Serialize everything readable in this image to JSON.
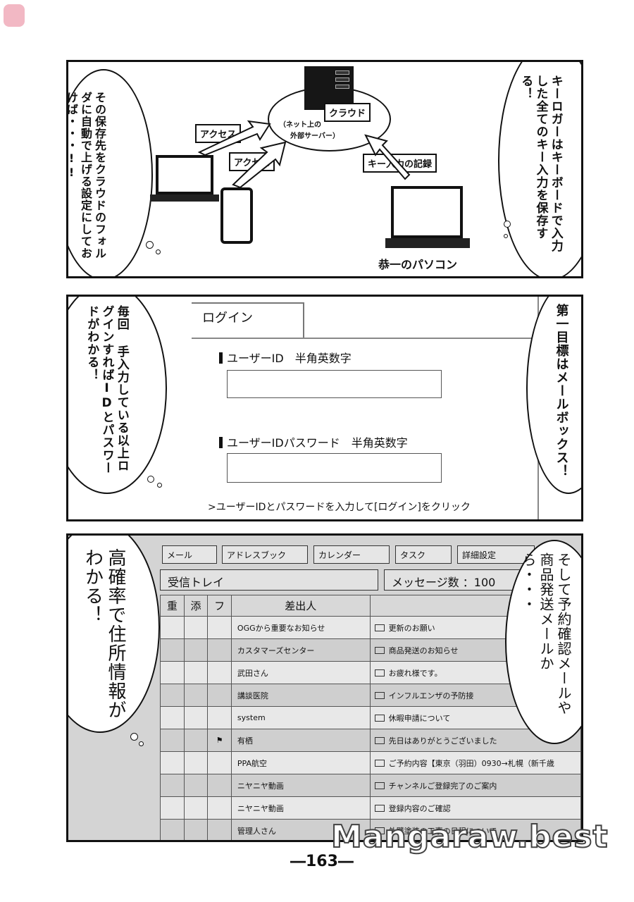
{
  "page_number": "―163―",
  "watermark": "Mangaraw.best",
  "panel1": {
    "right_bubble": "キーロガーはキーボードで入力した全てのキー入力を保存する！",
    "left_bubble": "その保存先をクラウドのフォルダに自動で上げる設定にしておけば・・・!!",
    "cloud_label": "クラウド",
    "cloud_sub_1": "（ネット上の",
    "cloud_sub_2": "外部サーバー）",
    "access_label_1": "アクセス",
    "access_label_2": "アクセス",
    "key_record_label": "キー入力の記録",
    "pc_caption": "恭一のパソコン"
  },
  "panel2": {
    "right_bubble": "第一目標はメールボックス！",
    "left_bubble": "毎回 手入力している以上ログインすればIDとパスワードがわかる！",
    "login_title": "ログイン",
    "user_id_label": "ユーザーID　半角英数字",
    "password_label": "ユーザーIDパスワード　半角英数字",
    "instruction": ">ユーザーIDとパスワードを入力して[ログイン]をクリック"
  },
  "panel3": {
    "left_bubble": "高確率で住所情報がわかる！",
    "right_bubble": "そして予約確認メールや商品発送メールから・・・",
    "toolbar": [
      "メール",
      "アドレスブック",
      "カレンダー",
      "タスク",
      "詳細設定"
    ],
    "inbox_title": "受信トレイ",
    "message_count": "メッセージ数 ：100",
    "columns": [
      "重",
      "添",
      "フ",
      "差出人"
    ],
    "rows": [
      {
        "sender": "OGGから重要なお知らせ",
        "subject": "更新のお願い",
        "flag": ""
      },
      {
        "sender": "カスタマーズセンター",
        "subject": "商品発送のお知らせ",
        "flag": ""
      },
      {
        "sender": "武田さん",
        "subject": "お疲れ様です。",
        "flag": ""
      },
      {
        "sender": "講談医院",
        "subject": "インフルエンザの予防接",
        "flag": ""
      },
      {
        "sender": "system",
        "subject": "休暇申請について",
        "flag": ""
      },
      {
        "sender": "有栖",
        "subject": "先日はありがとうございました",
        "flag": "flag"
      },
      {
        "sender": "PPA航空",
        "subject": "ご予約内容【東京（羽田）0930→札幌（新千歳",
        "flag": ""
      },
      {
        "sender": "ニヤニヤ動画",
        "subject": "チャンネルご登録完了のご案内",
        "flag": ""
      },
      {
        "sender": "ニヤニヤ動画",
        "subject": "登録内容のご確認",
        "flag": ""
      },
      {
        "sender": "管理人さん",
        "subject": "外壁塗装の工事の日程について",
        "flag": ""
      }
    ]
  }
}
